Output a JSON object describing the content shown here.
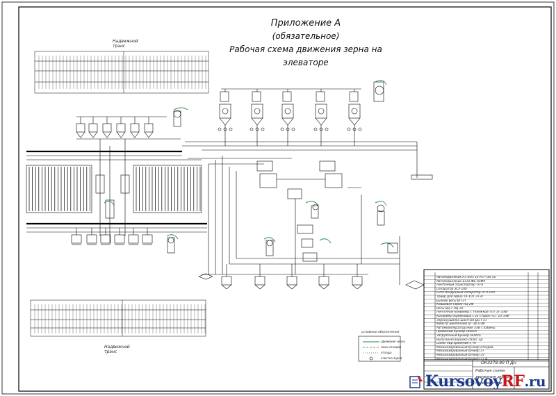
{
  "title": {
    "line1": "Приложение А",
    "line2": "(обязательное)",
    "line3": "Рабочая схема движения зерна на",
    "line4": "элеваторе"
  },
  "labels": {
    "top_left_group": "Надвижной\nтранс",
    "bottom_left_group": "Надвижной\nтранс",
    "legend_title": "условные обозначения",
    "legend_items": [
      "движение зерна",
      "пыль отходов",
      "отходы",
      "очистка зерна"
    ]
  },
  "spec_rows": [
    "Автоподъёмник АЗ-8ОЗ 10 УПТ-ОВ-10",
    "Автоподъёмник Бола ФБ-02Ф4",
    "Ленточный транспортер ТЛ-6",
    "Сепаратор ЗСУ-100",
    "Сито Воздушный сепаратор ЗСП-100",
    "Триер для зерна ТА-1ОТ-ЗТ-Н",
    "Бункер весы ВП-ЗТ",
    "Ковшовая нория НЦ-2Ф",
    "Весы ВД-1 НЦ-Зп",
    "Ленточная конвейер с тележкой ТЛТ ЗТ-ЗЗФ",
    "Конвейер скребковый с 2х сторон ТСТ 10-ЗЗФ",
    "Зерносушилка шахтная ДСП-ЗЗ",
    "Фильтр циклонный ЦТ-Зр ОЗФ",
    "Автомобилеразгрузчик ЗЗВ с кабины",
    "Приемный бункер силоса",
    "Загрузочный бункер силоса",
    "Выпускная воронка силос ЗД",
    "Силос под хранение 5 тн",
    "Механизированный бункер отходов",
    "Механизированный бункер ЗТ",
    "Механизированный бункер ЗЗ",
    "Механизированный бункер 11 м"
  ],
  "stamp": {
    "code": "ОКЗ278.90 П Дн",
    "caption1": "Рабочая схема",
    "caption2": "движения зерна",
    "caption3": "на элеваторе"
  },
  "watermark": {
    "name": "Kursovoy",
    "accent": "RF",
    "domain": ".ru"
  },
  "colors": {
    "line": "#000000",
    "flow": "#1f8a3a",
    "watermark_blue": "#1b3a8a",
    "watermark_red": "#c8141b"
  }
}
